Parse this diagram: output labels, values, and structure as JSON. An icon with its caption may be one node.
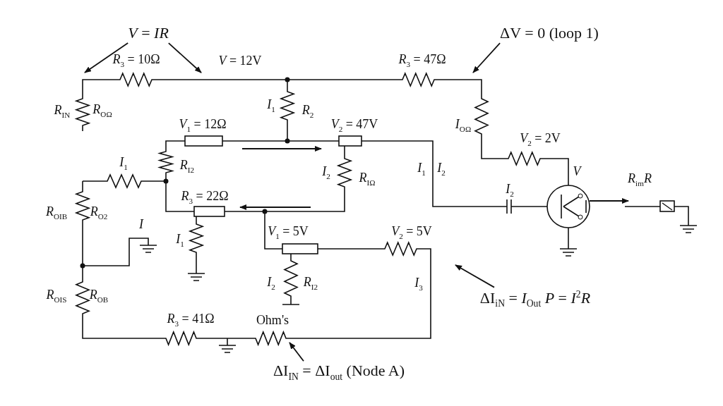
{
  "diagram": {
    "nodes": [
      {
        "text": [
          "*V* = *IR*"
        ]
      },
      {
        "text": [
          "ΔV = 0 (loop 1)"
        ]
      },
      {
        "text": [
          "ΔI$_{iN}$ = *I*$_{Out}$ *P* = *I*$^{2}$*R*"
        ]
      },
      {
        "text": [
          "ΔI$_{IN}$ = ΔI$_{out}$ (Node A)"
        ]
      }
    ],
    "edges": [
      {
        "from": 0,
        "to": null,
        "arrow": "to"
      },
      {
        "from": 0,
        "to": null,
        "arrow": "to"
      },
      {
        "from": 1,
        "to": null,
        "arrow": "to"
      },
      {
        "from": 2,
        "to": null,
        "arrow": "to"
      },
      {
        "from": 3,
        "to": null,
        "arrow": "to"
      }
    ],
    "labels": [
      "*R*$_{3}$ = 10Ω",
      "*V* = 12V",
      "*R*$_{3}$ = 47Ω",
      "*R*$_{IN}$",
      "*R*$_{OΩ}$",
      "*I*$_{1}$",
      "*R*$_{2}$",
      "*V*$_{1}$ = 12Ω",
      "*V*$_{2}$ = 47V",
      "*I*$_{OΩ}$",
      "*V*$_{2}$ = 2V",
      "*I*$_{1}$",
      "*R*$_{I2}$",
      "*I*$_{2}$",
      "*R*$_{IΩ}$",
      "*I*$_{1}$",
      "*I*$_{2}$",
      "*V*",
      "*R*$_{im}$*R*",
      "*R*$_{OIB}$",
      "*R*$_{O2}$",
      "*R*$_{3}$ = 22Ω",
      "*I*",
      "*I*$_{1}$",
      "*I*$_{2}$",
      "*V*$_{1}$ = 5V",
      "*V*$_{2}$ = 5V",
      "*I*$_{2}$",
      "*R*$_{I2}$",
      "*I*$_{3}$",
      "*R*$_{OIS}$",
      "*R*$_{OB}$",
      "*R*$_{3}$ = 41Ω",
      "Ohm's"
    ]
  }
}
